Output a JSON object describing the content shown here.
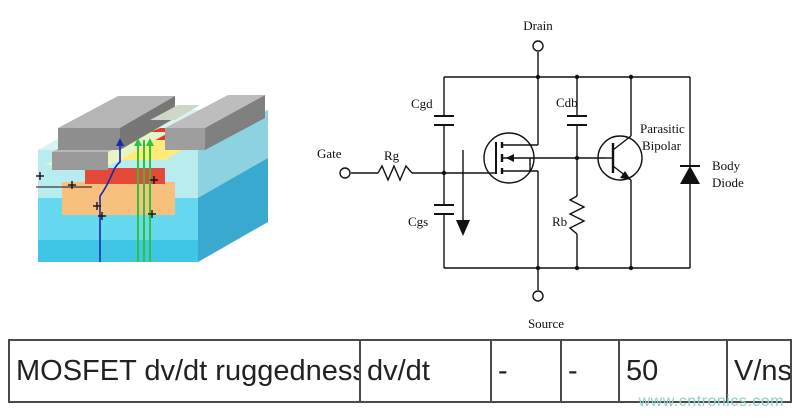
{
  "circuit": {
    "labels": {
      "drain": "Drain",
      "source": "Source",
      "gate": "Gate",
      "rg": "Rg",
      "cgd": "Cgd",
      "cgs": "Cgs",
      "cdb": "Cdb",
      "rb": "Rb",
      "parasitic_bipolar_line1": "Parasitic",
      "parasitic_bipolar_line2": "Bipolar",
      "body_diode_line1": "Body",
      "body_diode_line2": "Diode"
    }
  },
  "spec_table": {
    "row": {
      "parameter": "MOSFET dv/dt ruggedness",
      "symbol": "dv/dt",
      "min": "-",
      "typ": "-",
      "max": "50",
      "unit": "V/ns"
    }
  },
  "watermark": "www.cntronics.com"
}
